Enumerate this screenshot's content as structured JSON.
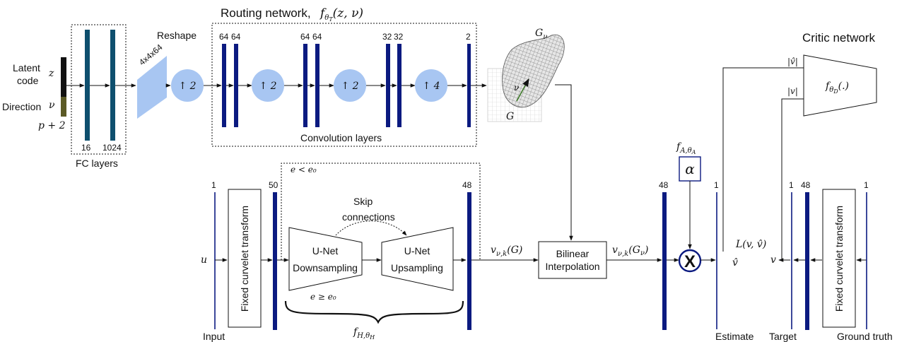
{
  "colors": {
    "navy": "#0b1a80",
    "teal": "#0e4f6e",
    "light_blue": "#a8c6f2",
    "mesh_gray": "#9a9a9a",
    "latent_black": "#111111",
    "latent_olive": "#5b5a25"
  },
  "top": {
    "routing_title": "Routing network,",
    "routing_math": "f_{θ_T}(z, ν)",
    "latent_label_1": "Latent",
    "latent_label_2": "code",
    "latent_sym": "z",
    "direction_label": "Direction",
    "direction_sym": "ν",
    "dim_label": "p + 2",
    "fc_caption": "FC layers",
    "fc_sizes": [
      "16",
      "1024"
    ],
    "reshape_label": "Reshape",
    "reshape_dims": "4x4x64",
    "upsample": [
      "↑ 2",
      "↑ 2",
      "↑ 2",
      "↑ 4"
    ],
    "conv_channels": [
      "64",
      "64",
      "64",
      "64",
      "32",
      "32",
      "2"
    ],
    "conv_caption": "Convolution layers",
    "g_nu_label": "G_ν",
    "g_label": "G",
    "nu_arrow_label": "ν"
  },
  "critic": {
    "title": "Critic network",
    "func": "f_{θ_D}(.)",
    "in_hat": "|v̂|",
    "in_v": "|v|"
  },
  "bottom": {
    "input_label": "Input",
    "u_sym": "u",
    "chan_1": "1",
    "fct_label": "Fixed curvelet transform",
    "chan_50": "50",
    "cond_top": "e < e₀",
    "cond_bottom": "e ≥ e₀",
    "unet_down_1": "U-Net",
    "unet_down_2": "Downsampling",
    "unet_up_1": "U-Net",
    "unet_up_2": "Upsampling",
    "skip_1": "Skip",
    "skip_2": "connections",
    "chan_48": "48",
    "fh_label": "f_{H,θ_H}",
    "v_g_label": "v_{ν,k}(G)",
    "bilinear_1": "Bilinear",
    "bilinear_2": "Interpolation",
    "v_gnu_label": "v_{ν,k}(G_ν)",
    "chan_48b": "48",
    "fa_label": "f_{A,θ_A}",
    "alpha": "α",
    "multiply": "X",
    "chan_1b": "1",
    "estimate_label": "Estimate",
    "v_hat": "v̂",
    "loss_label": "L(v, v̂)",
    "v_sym": "v",
    "chan_1c": "1",
    "chan_48c": "48",
    "target_label": "Target",
    "fct2_label": "Fixed curvelet transform",
    "chan_1d": "1",
    "ground_truth_label": "Ground truth"
  }
}
